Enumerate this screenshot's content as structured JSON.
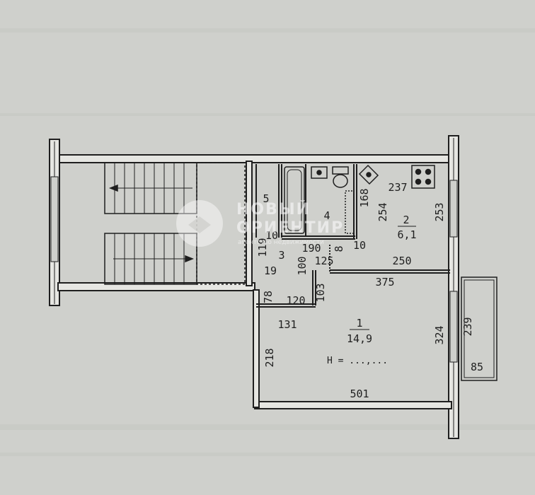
{
  "watermark": {
    "line1": "НОВЫЙ",
    "line2": "ОРИЕНТИР",
    "sub": "агентство недвижимости"
  },
  "rooms": {
    "room1": {
      "number": "1",
      "area": "14,9",
      "note": "Н = ...,..."
    },
    "room2": {
      "number": "2",
      "area": "6,1"
    },
    "room3": {
      "number": "3"
    },
    "room4": {
      "number": "4"
    },
    "room5": {
      "number": "5"
    }
  },
  "dimensions": {
    "d237": "237",
    "d168": "168",
    "d254": "254",
    "d253": "253",
    "d10a": "10",
    "d190": "190",
    "d8": "8",
    "d10b": "10",
    "d119": "119",
    "d3": "3",
    "d125": "125",
    "d250": "250",
    "d19": "19",
    "d100": "100",
    "d375": "375",
    "d78": "78",
    "d120": "120",
    "d103": "103",
    "d131": "131",
    "d218": "218",
    "d324": "324",
    "d239": "239",
    "d85": "85",
    "d501": "501"
  },
  "colors": {
    "background": "#cfd0cc",
    "ink": "#1f1f1f",
    "wall_fill": "#e6e6e2",
    "watermark": "#ffffff"
  }
}
